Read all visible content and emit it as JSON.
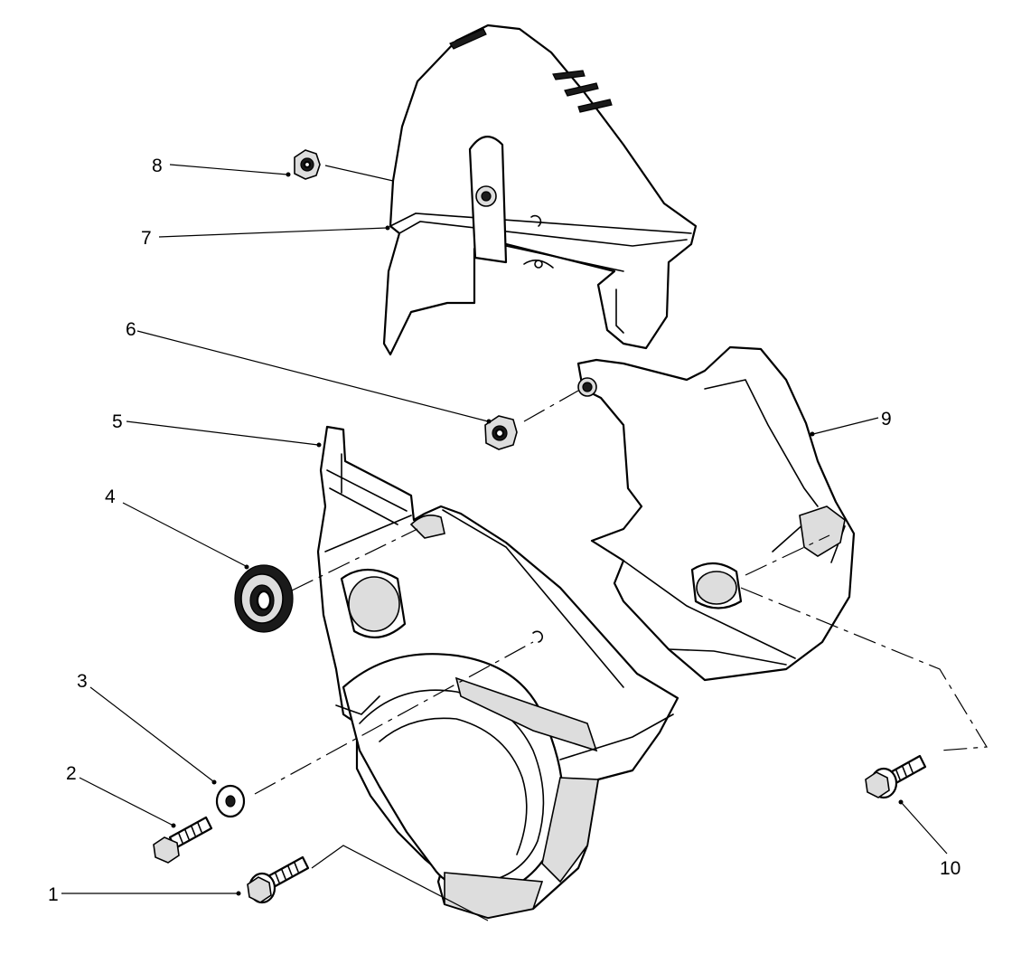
{
  "diagram": {
    "callouts": [
      {
        "id": "1",
        "text": "1"
      },
      {
        "id": "2",
        "text": "2"
      },
      {
        "id": "3",
        "text": "3"
      },
      {
        "id": "4",
        "text": "4"
      },
      {
        "id": "5",
        "text": "5"
      },
      {
        "id": "6",
        "text": "6"
      },
      {
        "id": "7",
        "text": "7"
      },
      {
        "id": "8",
        "text": "8"
      },
      {
        "id": "9",
        "text": "9"
      },
      {
        "id": "10",
        "text": "10"
      }
    ],
    "parts": [
      {
        "callout": "1",
        "kind": "flange-bolt"
      },
      {
        "callout": "2",
        "kind": "bolt"
      },
      {
        "callout": "3",
        "kind": "washer"
      },
      {
        "callout": "4",
        "kind": "grommet"
      },
      {
        "callout": "5",
        "kind": "lower-cover-bracket"
      },
      {
        "callout": "6",
        "kind": "nut"
      },
      {
        "callout": "7",
        "kind": "upper-cover"
      },
      {
        "callout": "8",
        "kind": "nut"
      },
      {
        "callout": "9",
        "kind": "rear-cover"
      },
      {
        "callout": "10",
        "kind": "flange-bolt"
      }
    ]
  }
}
